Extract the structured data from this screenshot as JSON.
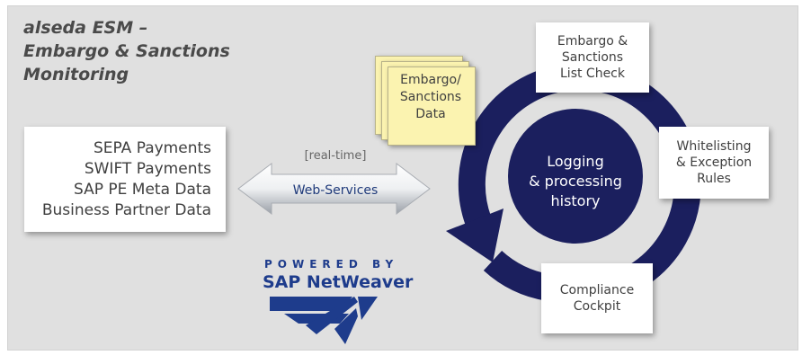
{
  "title": {
    "line1": "alseda ESM –",
    "line2": "Embargo & Sanctions",
    "line3": "Monitoring"
  },
  "sources": [
    "SEPA Payments",
    "SWIFT Payments",
    "SAP PE Meta Data",
    "Business Partner Data"
  ],
  "connector": {
    "top_label": "[real-time]",
    "arrow_label": "Web-Services"
  },
  "data_document": {
    "line1": "Embargo/",
    "line2": "Sanctions",
    "line3": "Data"
  },
  "center": {
    "line1": "Logging",
    "line2": "& processing",
    "line3": "history"
  },
  "steps": {
    "list_check": {
      "line1": "Embargo &",
      "line2": "Sanctions",
      "line3": "List Check"
    },
    "whitelisting": {
      "line1": "Whitelisting",
      "line2": "& Exception",
      "line3": "Rules"
    },
    "cockpit": {
      "line1": "Compliance",
      "line2": "Cockpit"
    }
  },
  "logo": {
    "powered_by": "POWERED BY",
    "product": "SAP NetWeaver"
  },
  "colors": {
    "navy": "#1b1f5e",
    "sap_blue": "#1e3c8c",
    "note_yellow": "#fbf3b0",
    "panel": "#e0e0e0"
  }
}
